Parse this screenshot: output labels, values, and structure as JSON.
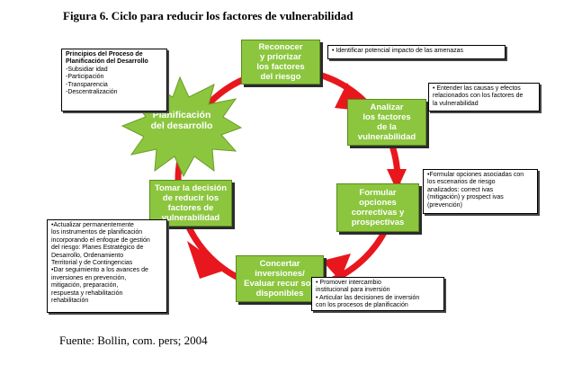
{
  "figure_title": "Figura 6. Ciclo para reducir los factores de vulnerabilidad",
  "source": "Fuente: Bollin, com. pers; 2004",
  "colors": {
    "box_green": "#8cc63f",
    "arrow_red": "#e8171d",
    "star_fill": "#8cc63f"
  },
  "center": {
    "lines": [
      "Planificación",
      "del desarrollo"
    ]
  },
  "principles": {
    "heading": [
      "Principios del Proceso de",
      "Planificación del Desarrollo"
    ],
    "items": [
      "-Subsidiar idad",
      "-Participación",
      "-Transparencia",
      "-Descentralización"
    ]
  },
  "steps": [
    {
      "lines": [
        "Reconocer",
        "y priorizar",
        "los factores",
        "del riesgo"
      ],
      "note": [
        "• Identificar potencial impacto de las amenazas"
      ]
    },
    {
      "lines": [
        "Analizar",
        "los factores",
        "de la",
        "vulnerabilidad"
      ],
      "note": [
        "• Entender las causas y efectos",
        "  relacionados con los factores de",
        "  la vulnerabilidad"
      ]
    },
    {
      "lines": [
        "Formular",
        "opciones",
        "correctivas y",
        "prospectivas"
      ],
      "note": [
        "•Formular opciones asociadas con",
        "los escenarios de riesgo",
        "analizados: correct ivas",
        "(mitigación) y prospect ivas",
        "(prevención)"
      ]
    },
    {
      "lines": [
        "Concertar",
        "inversiones/",
        "Evaluar recur sos",
        "disponibles"
      ],
      "note": [
        "• Promover intercambio",
        "  institucional para inversión",
        "• Articular las decisiones de inversión",
        "  con los procesos de planificación"
      ]
    },
    {
      "lines": [
        "Tomar la decisión",
        "de reducir los",
        "factores de",
        "vulnerabilidad"
      ],
      "note": [
        "•Actualizar permanentemente",
        "  los instrumentos de planificación",
        "  incorporando el enfoque de gestión",
        "  del riesgo: Planes Estratégico de",
        "  Desarrollo, Ordenamiento",
        "  Territorial y de Contingencias",
        "•Dar seguimiento a los avances de",
        "  inversiones en prevención,",
        "  mitigación, preparación,",
        "  respuesta y rehabilitación",
        "  rehabilitación"
      ]
    }
  ]
}
